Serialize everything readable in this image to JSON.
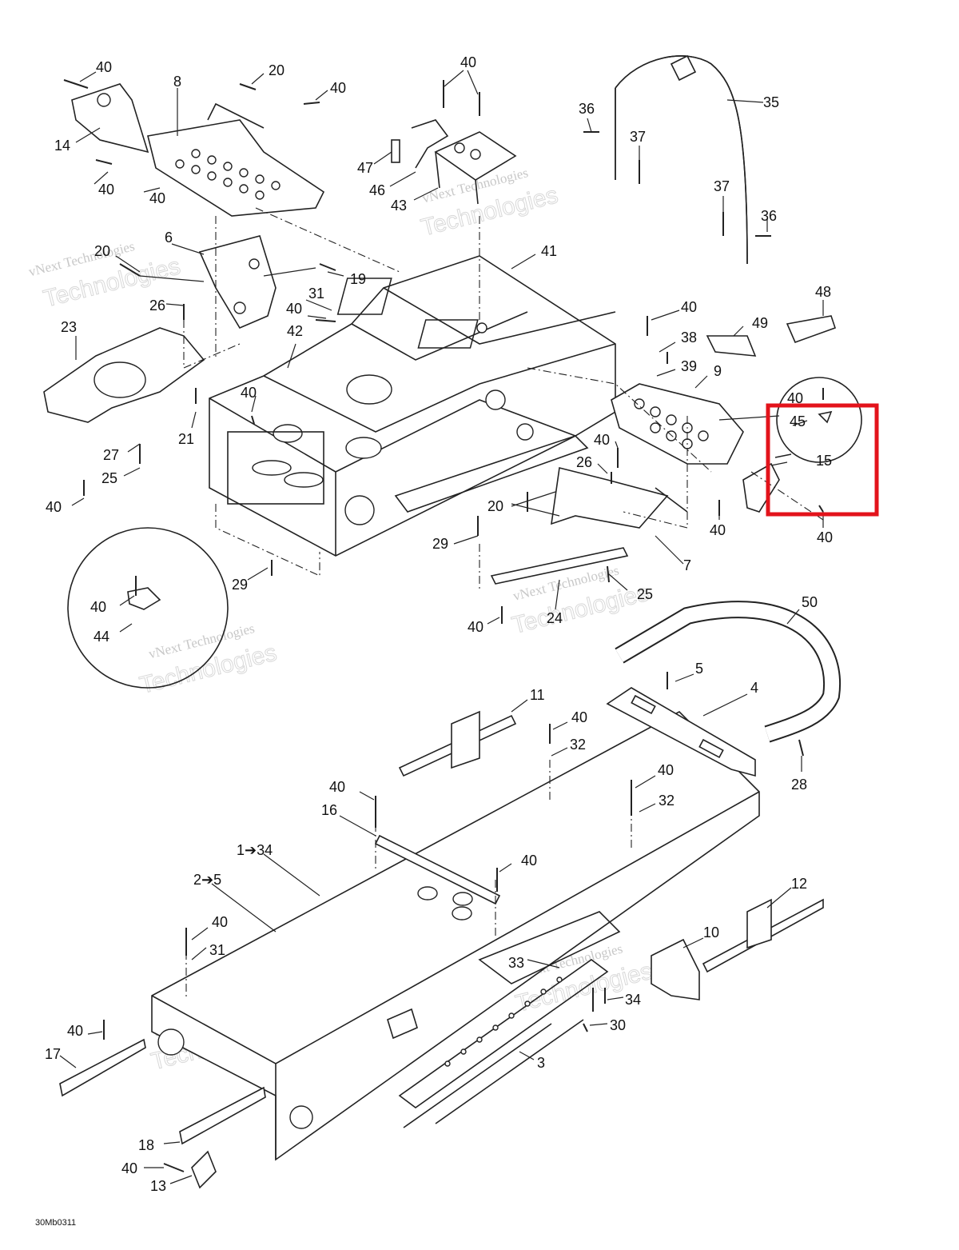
{
  "diagram": {
    "drawing_code": "30Mb0311",
    "watermark": {
      "line1": "vNext Technologies",
      "line2": "Technologies"
    },
    "highlight_color": "#e3131b",
    "highlighted_callout": "15",
    "callouts": {
      "c40a": "40",
      "c8": "8",
      "c20a": "20",
      "c40b": "40",
      "c14": "14",
      "c40c": "40",
      "c40d": "40",
      "c40e": "40",
      "c47": "47",
      "c46": "46",
      "c43": "43",
      "c36a": "36",
      "c35": "35",
      "c37a": "37",
      "c37b": "37",
      "c36b": "36",
      "c6": "6",
      "c20b": "20",
      "c19": "19",
      "c41": "41",
      "c26a": "26",
      "c31a": "31",
      "c40f": "40",
      "c23": "23",
      "c42": "42",
      "c48": "48",
      "c40g": "40",
      "c49": "49",
      "c38": "38",
      "c39": "39",
      "c9": "9",
      "c40h": "40",
      "c45": "45",
      "c15": "15",
      "c21": "21",
      "c40i": "40",
      "c27": "27",
      "c25a": "25",
      "c40j": "40",
      "c40k": "40",
      "c26b": "26",
      "c20c": "20",
      "c40l": "40",
      "c40m": "40",
      "c29a": "29",
      "c7": "7",
      "c29b": "29",
      "c25b": "25",
      "c24": "24",
      "c40n": "40",
      "c40o": "40",
      "c44": "44",
      "c50": "50",
      "c5": "5",
      "c4": "4",
      "c11": "11",
      "c40p": "40",
      "c32a": "32",
      "c28": "28",
      "c40q": "40",
      "c32b": "32",
      "c40r": "40",
      "c16": "16",
      "c1to34": "1➔34",
      "c40s": "40",
      "c2to5": "2➔5",
      "c12": "12",
      "c40t": "40",
      "c31b": "31",
      "c10": "10",
      "c33": "33",
      "c34": "34",
      "c30": "30",
      "c40u": "40",
      "c17": "17",
      "c3": "3",
      "c18": "18",
      "c40v": "40",
      "c13": "13"
    }
  }
}
